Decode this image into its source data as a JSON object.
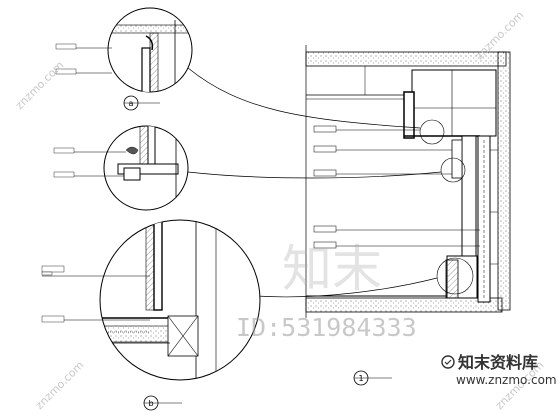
{
  "watermark": {
    "brand_big": "知末",
    "id_text": "ID:531984333",
    "logo_text": "知末资料库",
    "url_text": "www.znzmo.com",
    "diag_text": "znzmo.com"
  },
  "marks": {
    "detail_a": "a",
    "detail_b": "b",
    "section_1": "1"
  },
  "colors": {
    "line": "#000000",
    "hatch": "#555555",
    "watermark": "#9a9a9a"
  }
}
